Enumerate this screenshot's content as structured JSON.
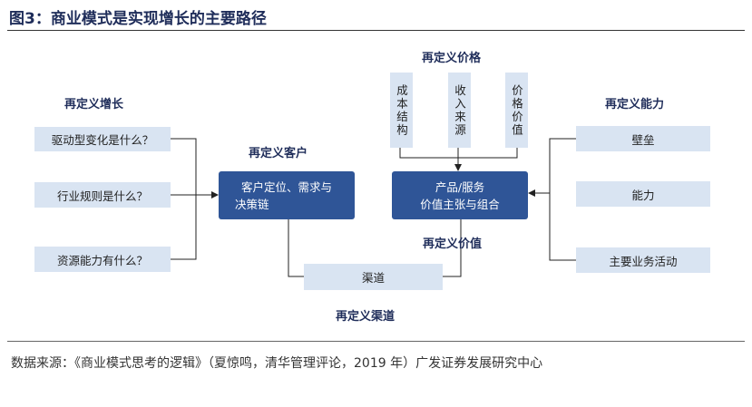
{
  "title": "图3：商业模式是实现增长的主要路径",
  "growth": {
    "heading": "再定义增长",
    "questions": [
      "驱动型变化是什么？",
      "行业规则是什么？",
      "资源能力有什么？"
    ]
  },
  "customer": {
    "heading": "再定义客户",
    "box_line1": "客户定位、需求与",
    "box_line2": "决策链"
  },
  "price": {
    "heading": "再定义价格",
    "items": [
      "成本结构",
      "收入来源",
      "价格价值"
    ]
  },
  "value": {
    "heading": "再定义价值",
    "box_line1": "产品/服务",
    "box_line2": "价值主张与组合"
  },
  "capability": {
    "heading": "再定义能力",
    "items": [
      "壁垒",
      "能力",
      "主要业务活动"
    ]
  },
  "channel": {
    "heading": "再定义渠道",
    "box": "渠道"
  },
  "footer": "数据来源：《商业模式思考的逻辑》（夏惊鸣，清华管理评论，2019 年）广发证券发展研究中心"
}
